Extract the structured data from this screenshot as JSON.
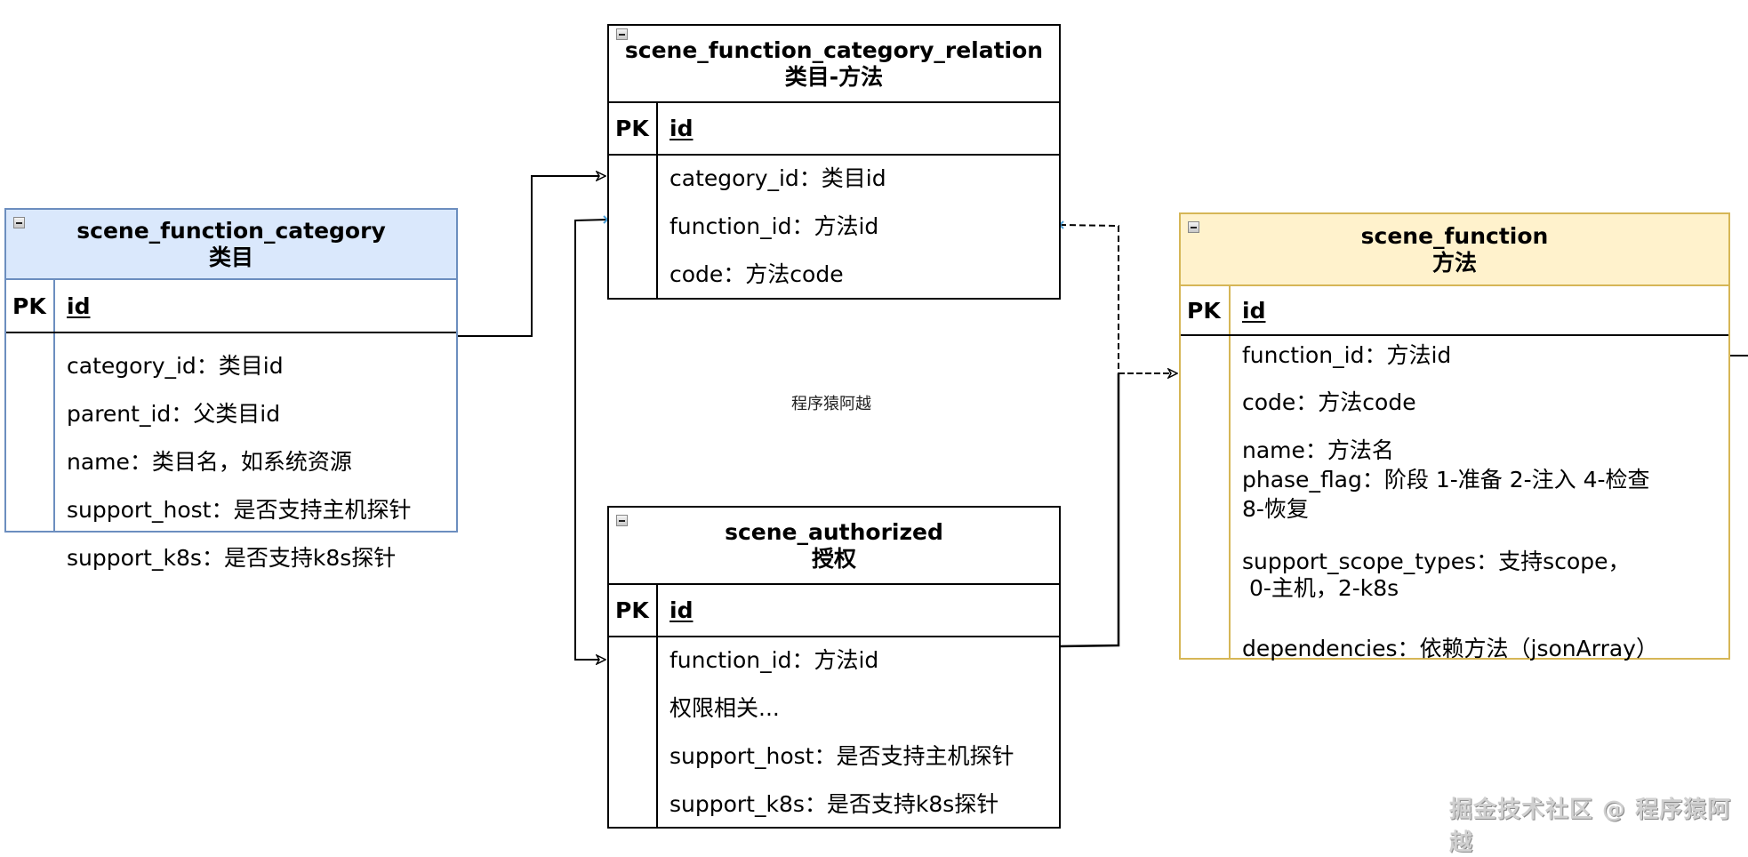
{
  "tables": {
    "category": {
      "name": "scene_function_category",
      "subtitle": "类目",
      "pk_label": "PK",
      "pk_field": "id",
      "fields": [
        "category_id：类目id",
        "parent_id：父类目id",
        "name：类目名，如系统资源",
        "support_host：是否支持主机探针",
        "support_k8s：是否支持k8s探针"
      ]
    },
    "relation": {
      "name": "scene_function_category_relation",
      "subtitle": "类目-方法",
      "pk_label": "PK",
      "pk_field": "id",
      "fields": [
        "category_id：类目id",
        "function_id：方法id",
        "code：方法code"
      ]
    },
    "authorized": {
      "name": "scene_authorized",
      "subtitle": "授权",
      "pk_label": "PK",
      "pk_field": "id",
      "fields": [
        "function_id：方法id",
        "权限相关...",
        "support_host：是否支持主机探针",
        "support_k8s：是否支持k8s探针"
      ]
    },
    "function": {
      "name": "scene_function",
      "subtitle": "方法",
      "pk_label": "PK",
      "pk_field": "id",
      "fields": [
        "function_id：方法id",
        "code：方法code",
        "name：方法名\nphase_flag：阶段 1-准备 2-注入 4-检查\n8-恢复",
        "support_scope_types：支持scope，\n 0-主机，2-k8s",
        "dependencies：依赖方法（jsonArray）"
      ]
    }
  },
  "center_label": "程序猿阿越",
  "watermark": "掘金技术社区 @ 程序猿阿越",
  "colors": {
    "category_header": "#dae8fc",
    "category_border": "#6c8ebf",
    "function_header": "#fff2cc",
    "function_border": "#d6b656",
    "connection_point": "#4a9fd8"
  },
  "relationships": [
    {
      "from": "scene_function_category.category_id",
      "to": "scene_function_category_relation.category_id",
      "style": "solid"
    },
    {
      "from": "scene_function_category_relation.function_id",
      "to": "scene_authorized.function_id",
      "style": "solid"
    },
    {
      "from": "scene_function_category_relation.function_id",
      "to": "scene_function.function_id",
      "style": "dashed"
    },
    {
      "from": "scene_authorized.function_id",
      "to": "scene_function.function_id",
      "style": "solid"
    }
  ]
}
